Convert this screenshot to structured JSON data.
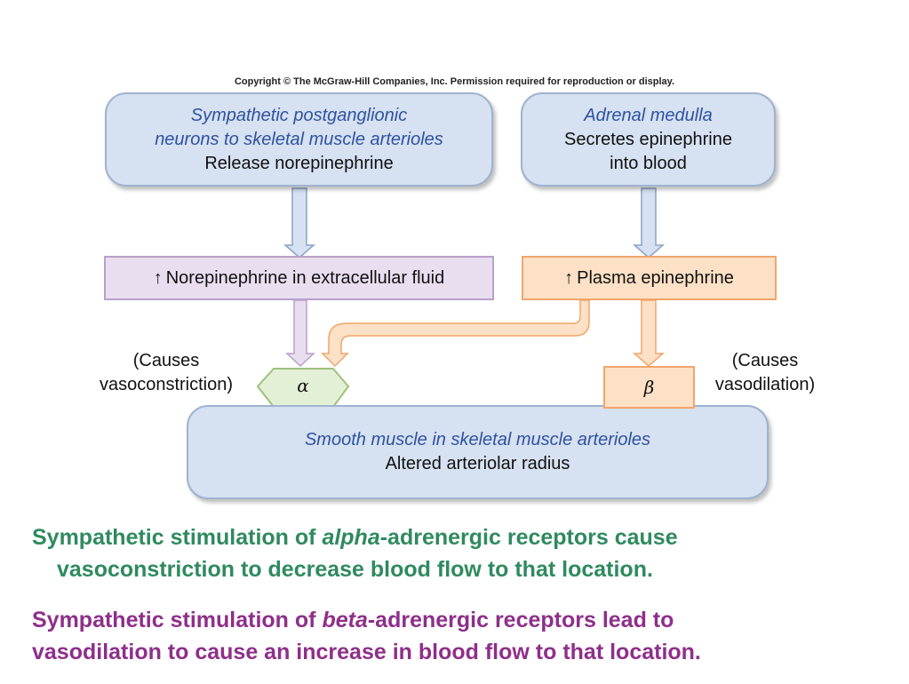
{
  "copyright": "Copyright © The McGraw-Hill Companies, Inc. Permission required for reproduction or display.",
  "boxes": {
    "sympathetic": {
      "line1": "Sympathetic postganglionic",
      "line2": "neurons to skeletal muscle arterioles",
      "line3": "Release norepinephrine"
    },
    "adrenal": {
      "line1": "Adrenal medulla",
      "line2": "Secretes epinephrine",
      "line3": "into blood"
    },
    "norepinephrine": {
      "arrow": "↑",
      "text": "Norepinephrine in extracellular fluid"
    },
    "plasma": {
      "arrow": "↑",
      "text": "Plasma epinephrine"
    },
    "alpha": "α",
    "beta": "β",
    "smooth": {
      "line1": "Smooth muscle in skeletal muscle arterioles",
      "line2": "Altered arteriolar radius"
    }
  },
  "side_labels": {
    "left": {
      "line1": "(Causes",
      "line2": "vasoconstriction)"
    },
    "right": {
      "line1": "(Causes",
      "line2": "vasodilation)"
    }
  },
  "captions": {
    "alpha": {
      "line1_pre": "Sympathetic stimulation of ",
      "line1_em": "alpha",
      "line1_post": "-adrenergic receptors cause",
      "line2": "vasoconstriction to decrease blood flow to that location."
    },
    "beta": {
      "line1_pre": "Sympathetic stimulation of ",
      "line1_em": "beta",
      "line1_post": "-adrenergic receptors lead to",
      "line2": "vasodilation to cause an increase in blood flow to that location."
    }
  },
  "colors": {
    "blue_fill": "#d6e1f1",
    "lavender_fill": "#e9ddf0",
    "orange_fill": "#fde1c6",
    "green_fill": "#e3f0d6",
    "green_text": "#2f8a5f",
    "purple_text": "#8e2f8a"
  }
}
